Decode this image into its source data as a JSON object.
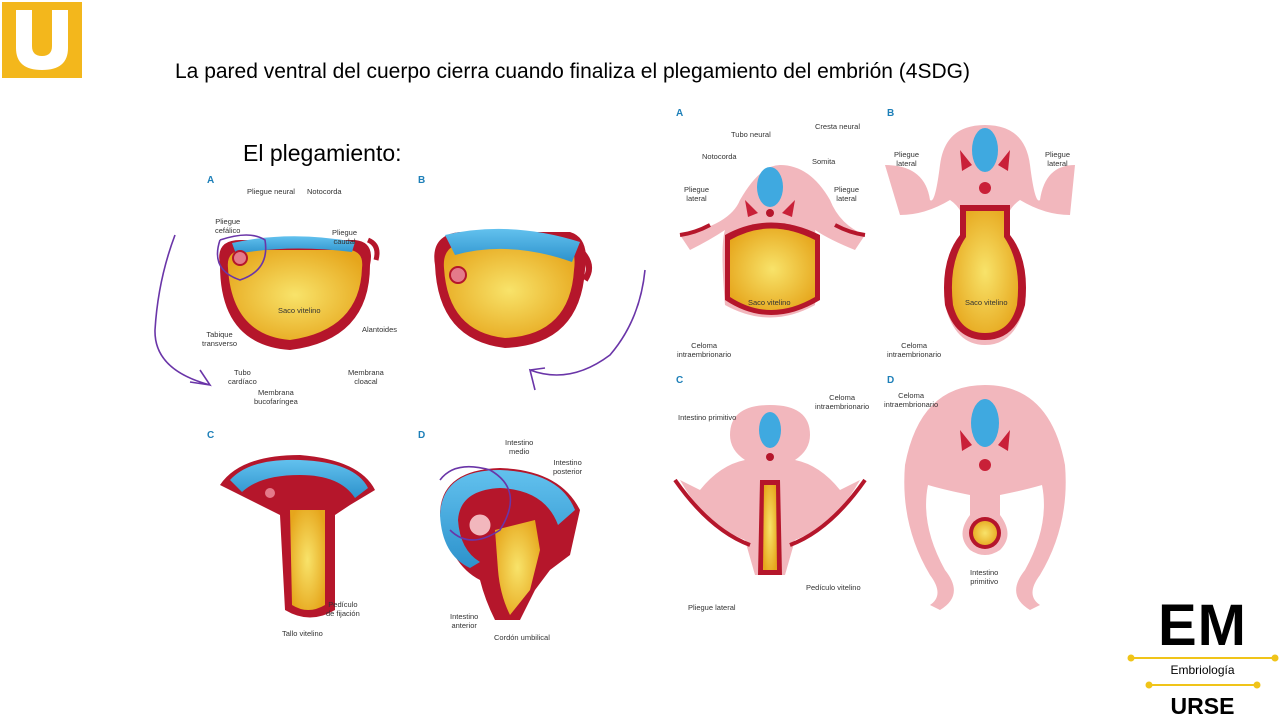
{
  "slide": {
    "title": "La pared ventral del cuerpo cierra cuando finaliza el plegamiento del embrión (4SDG)",
    "subtitle": "El plegamiento:"
  },
  "colors": {
    "logo_yellow": "#f3b71c",
    "ectoderm_blue": "#3fa9e0",
    "yolk_yellow": "#f2c33a",
    "wall_red": "#b5162b",
    "tissue_pink": "#f2b7bd",
    "annotation_purple": "#6a35a8",
    "panel_letter_blue": "#1d7fb8",
    "brand_gold": "#f0c419"
  },
  "left_figure": {
    "panel_a": {
      "letter": "A",
      "labels": {
        "pliegue_neural": "Pliegue neural",
        "notocorda": "Notocorda",
        "pliegue_cefalico": "Pliegue\ncefálico",
        "pliegue_caudal": "Pliegue\ncaudal",
        "saco_vitelino": "Saco vitelino",
        "tabique_transverso": "Tabique\ntransverso",
        "alantoides": "Alantoides",
        "tubo_cardiaco": "Tubo\ncardíaco",
        "membrana_cloacal": "Membrana\ncloacal",
        "membrana_bucofaringea": "Membrana\nbucofaríngea"
      }
    },
    "panel_b": {
      "letter": "B"
    },
    "panel_c": {
      "letter": "C",
      "labels": {
        "pediculo_fijacion": "Pedículo\nde fijación",
        "tallo_vitelino": "Tallo vitelino"
      }
    },
    "panel_d": {
      "letter": "D",
      "labels": {
        "intestino_medio": "Intestino\nmedio",
        "intestino_posterior": "Intestino\nposterior",
        "intestino_anterior": "Intestino\nanterior",
        "cordon_umbilical": "Cordón umbilical"
      }
    }
  },
  "right_figure": {
    "panel_a": {
      "letter": "A",
      "labels": {
        "tubo_neural": "Tubo neural",
        "cresta_neural": "Cresta neural",
        "notocorda": "Notocorda",
        "somita": "Somita",
        "pliegue_lateral_izq": "Pliegue\nlateral",
        "pliegue_lateral_der": "Pliegue\nlateral",
        "saco_vitelino": "Saco vitelino",
        "celoma": "Celoma\nintraembrionario"
      }
    },
    "panel_b": {
      "letter": "B",
      "labels": {
        "pliegue_lateral_izq": "Pliegue\nlateral",
        "pliegue_lateral_der": "Pliegue\nlateral",
        "saco_vitelino": "Saco vitelino",
        "celoma": "Celoma\nintraembrionario"
      }
    },
    "panel_c": {
      "letter": "C",
      "labels": {
        "intestino_primitivo": "Intestino primitivo",
        "celoma": "Celoma\nintraembrionario",
        "pediculo_vitelino": "Pedículo vitelino",
        "pliegue_lateral": "Pliegue lateral"
      }
    },
    "panel_d": {
      "letter": "D",
      "labels": {
        "celoma": "Celoma\nintraembrionario",
        "intestino_primitivo": "Intestino\nprimitivo"
      }
    }
  },
  "brand": {
    "initials": "EM",
    "subject": "Embriología",
    "institution": "URSE"
  }
}
